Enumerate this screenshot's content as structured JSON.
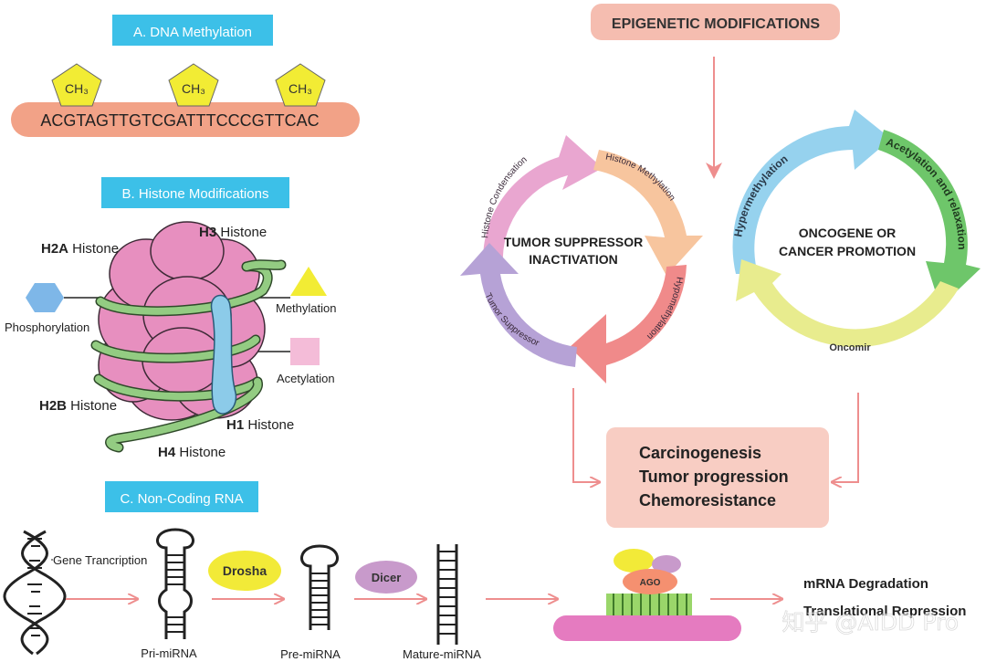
{
  "sections": {
    "dna": "A. DNA Methylation",
    "histone": "B. Histone Modifications",
    "ncrna": "C. Non-Coding RNA"
  },
  "dna": {
    "sequence": "ACGTAGTTGTCGATTTCCCGTTCAC",
    "methyl_label": "CH₃"
  },
  "histone": {
    "h2a": {
      "bold": "H2A",
      "rest": " Histone"
    },
    "h3": {
      "bold": "H3",
      "rest": " Histone"
    },
    "h2b": {
      "bold": "H2B",
      "rest": " Histone"
    },
    "h1": {
      "bold": "H1",
      "rest": " Histone"
    },
    "h4": {
      "bold": "H4",
      "rest": " Histone"
    },
    "phosphorylation": "Phosphorylation",
    "methylation": "Methylation",
    "acetylation": "Acetylation"
  },
  "epigenetic": {
    "title": "EPIGENETIC MODIFICATIONS"
  },
  "cycle_left": {
    "center_line1": "TUMOR SUPPRESSOR",
    "center_line2": "INACTIVATION",
    "arc_histone_condensation": "Histone Condensation",
    "arc_histone_methylation": "Histone Methylation",
    "arc_hypomethylation": "Hypomethylation",
    "arc_tumor_suppressor": "Tumor Suppressor"
  },
  "cycle_right": {
    "center_line1": "ONCOGENE OR",
    "center_line2": "CANCER PROMOTION",
    "arc_hypermethylation": "Hypermethylation",
    "arc_acetylation": "Acetylation and relaxation",
    "arc_oncomir": "Oncomir"
  },
  "outcome": {
    "line1": "Carcinogenesis",
    "line2": "Tumor progression",
    "line3": "Chemoresistance"
  },
  "ncrna": {
    "gene_transcription": "Gene Trancription",
    "drosha": "Drosha",
    "dicer": "Dicer",
    "pri": "Pri-miRNA",
    "pre": "Pre-miRNA",
    "mature": "Mature-miRNA",
    "ago": "AGO",
    "mrna_degradation": "mRNA Degradation",
    "translational_repression": "Translational Repression"
  },
  "watermark": "知乎 @AIDD Pro",
  "colors": {
    "label_blue": "#3cc0e8",
    "dna_strand": "#f2a287",
    "methyl_yellow": "#f2ec34",
    "histone_pink": "#e78fbf",
    "wrap_green": "#93cc82",
    "h1_blue": "#8ccbe9",
    "epi_box": "#f5bdb0",
    "arrow_pink": "#ee8e8e",
    "outcome_box": "#f8cdc3"
  }
}
